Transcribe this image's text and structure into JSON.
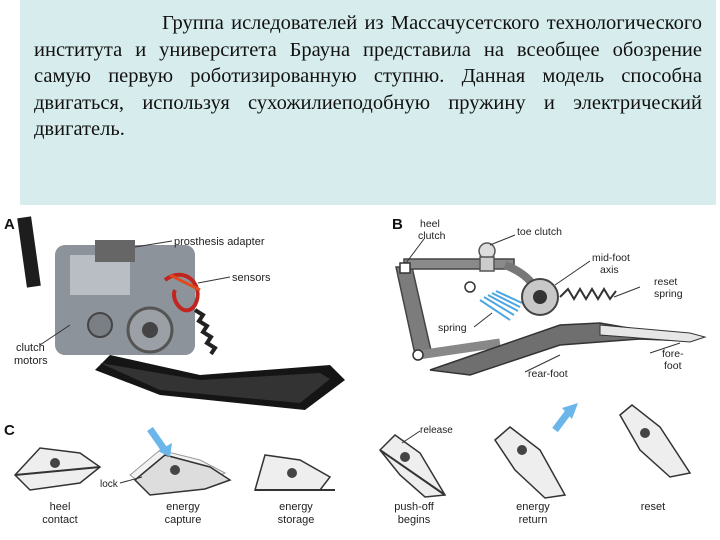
{
  "slide": {
    "paragraph": "Группа иследователей из Массачусетского технологического института и университета Брауна представила на всеобщее обозрение самую первую роботизированную ступню. Данная модель способна двигаться, используя сухожилиеподобную пружину и электрический двигатель."
  },
  "figure": {
    "panel_a": {
      "letter": "A",
      "labels": {
        "adapter": "prosthesis adapter",
        "sensors": "sensors",
        "clutch1": "clutch",
        "clutch2": "motors"
      }
    },
    "panel_b": {
      "letter": "B",
      "labels": {
        "heel1": "heel",
        "heel2": "clutch",
        "toe": "toe clutch",
        "mid1": "mid-foot",
        "mid2": "axis",
        "reset1": "reset",
        "reset2": "spring",
        "spring": "spring",
        "fore1": "fore-",
        "fore2": "foot",
        "rear": "rear-foot"
      }
    },
    "panel_c": {
      "letter": "C",
      "release": "release",
      "lock": "lock",
      "phases": [
        {
          "line1": "heel",
          "line2": "contact"
        },
        {
          "line1": "energy",
          "line2": "capture"
        },
        {
          "line1": "energy",
          "line2": "storage"
        },
        {
          "line1": "push-off",
          "line2": "begins"
        },
        {
          "line1": "energy",
          "line2": "return"
        },
        {
          "line1": "reset",
          "line2": ""
        }
      ]
    }
  }
}
